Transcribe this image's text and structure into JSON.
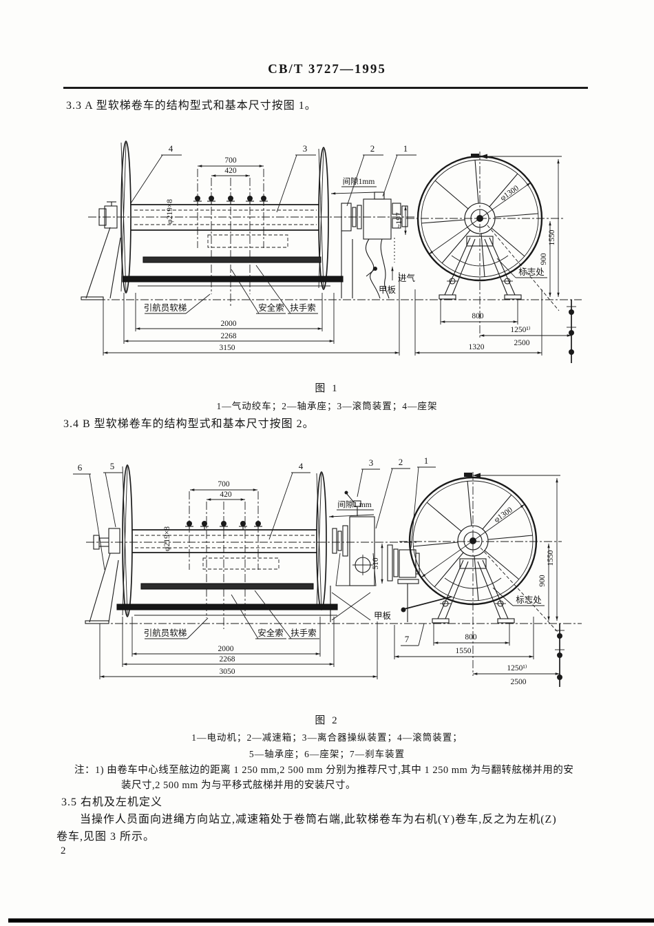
{
  "header": {
    "title": "CB/T 3727—1995"
  },
  "sections": {
    "s3_3": "3.3  A 型软梯卷车的结构型式和基本尺寸按图 1。",
    "s3_4": "3.4  B 型软梯卷车的结构型式和基本尺寸按图 2。",
    "s3_5_heading": "3.5  右机及左机定义",
    "s3_5_body1": "当操作人员面向进绳方向站立,减速箱处于卷筒右端,此软梯卷车为右机(Y)卷车,反之为左机(Z)",
    "s3_5_body2": "卷车,见图 3 所示。"
  },
  "note": {
    "line1": "注：1) 由卷车中心线至舷边的距离 1 250 mm,2 500 mm 分别为推荐尺寸,其中 1 250 mm 为与翻转舷梯并用的安",
    "line2": "装尺寸,2 500 mm 为与平移式舷梯并用的安装尺寸。"
  },
  "fig1": {
    "caption": "图 1",
    "legend": "1—气动绞车；2—轴承座；3—滚筒装置；4—座架",
    "callout": {
      "n1": "1",
      "n2": "2",
      "n3": "3",
      "n4": "4"
    },
    "dim": {
      "d700": "700",
      "d420": "420",
      "drum": "φ219×8",
      "gap": "间隙1mm",
      "h197": "~197",
      "d2000": "2000",
      "d2268": "2268",
      "d3150": "3150",
      "dia": "φ1300",
      "v1550": "1550",
      "v900": "900",
      "d800": "800",
      "d1250": "1250¹⁾",
      "d2500": "2500",
      "d1320": "1320"
    },
    "label": {
      "air": "进气",
      "deck": "甲板",
      "ladder": "引航员软梯",
      "safety": "安全索",
      "hand": "扶手索",
      "mark": "标志处"
    }
  },
  "fig2": {
    "caption": "图 2",
    "legend1": "1—电动机；2—减速箱；3—离合器操纵装置；4—滚筒装置；",
    "legend2": "5—轴承座；6—座架；7—刹车装置",
    "callout": {
      "n1": "1",
      "n2": "2",
      "n3": "3",
      "n4": "4",
      "n5": "5",
      "n6": "6",
      "n7": "7"
    },
    "dim": {
      "d700": "700",
      "d420": "420",
      "drum": "φ219×8",
      "gap": "间隙1 mm",
      "v510": "510",
      "d2000": "2000",
      "d2268": "2268",
      "d3050": "3050",
      "dia": "φ1300",
      "v1550": "1550",
      "v900": "900",
      "d800": "800",
      "b1550": "1550",
      "d1250": "1250¹⁾",
      "d2500": "2500"
    },
    "label": {
      "deck": "甲板",
      "ladder": "引航员软梯",
      "safety": "安全索",
      "hand": "扶手索",
      "mark": "标志处"
    }
  },
  "footer": {
    "page_number": "2"
  }
}
